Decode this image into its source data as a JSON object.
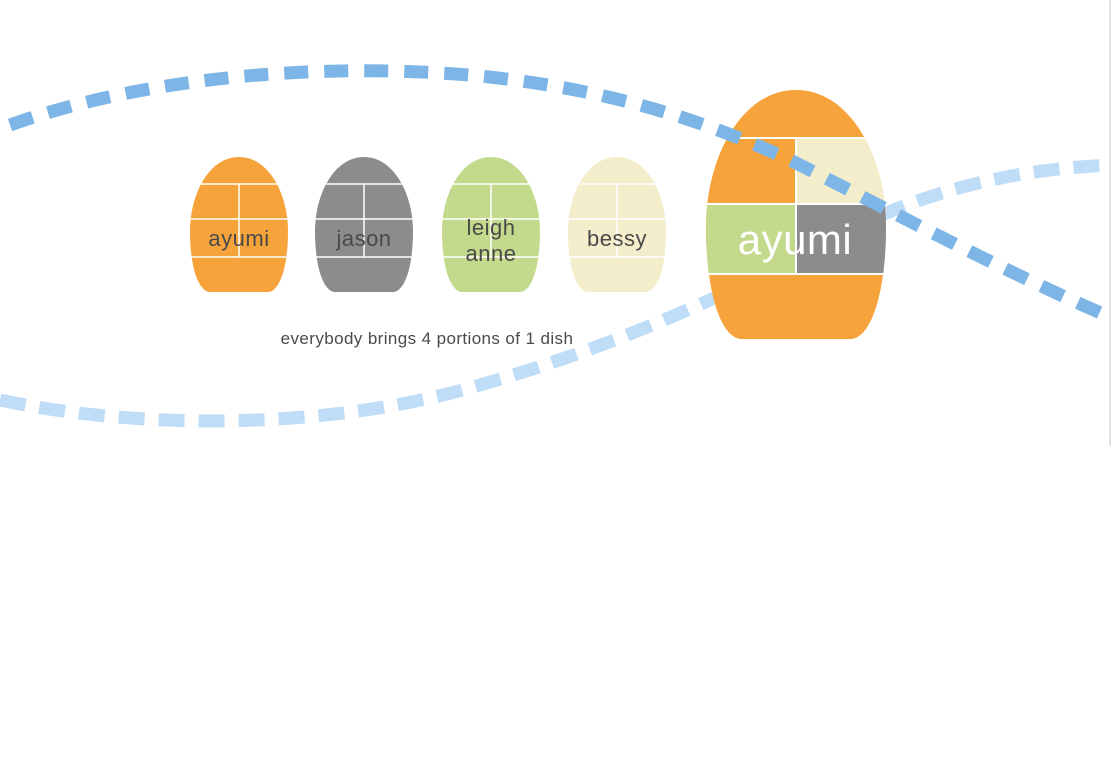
{
  "colors": {
    "orange": "#F6A33B",
    "gray": "#8C8C8C",
    "green": "#C3DA8C",
    "cream": "#F4EDCB",
    "dark_text": "#4A4A4A",
    "light_text": "#FFFFFF",
    "wave_dark": "#7DB6E6",
    "wave_light": "#BFDDF6",
    "divider": "#FFFFFF",
    "frame_edge": "#D9D9D9"
  },
  "eggs": [
    {
      "name": "ayumi",
      "lines": [
        "ayumi"
      ],
      "color": "orange"
    },
    {
      "name": "jason",
      "lines": [
        "jason"
      ],
      "color": "gray"
    },
    {
      "name": "leigh-anne",
      "lines": [
        "leigh",
        "anne"
      ],
      "color": "green"
    },
    {
      "name": "bessy",
      "lines": [
        "bessy"
      ],
      "color": "cream"
    }
  ],
  "combined_egg": {
    "label": "ayumi",
    "quadrants": {
      "top_left": "orange",
      "top_right": "cream",
      "bottom_left": "green",
      "bottom_right": "gray"
    },
    "body": "orange"
  },
  "caption": "everybody brings 4 portions of 1 dish"
}
